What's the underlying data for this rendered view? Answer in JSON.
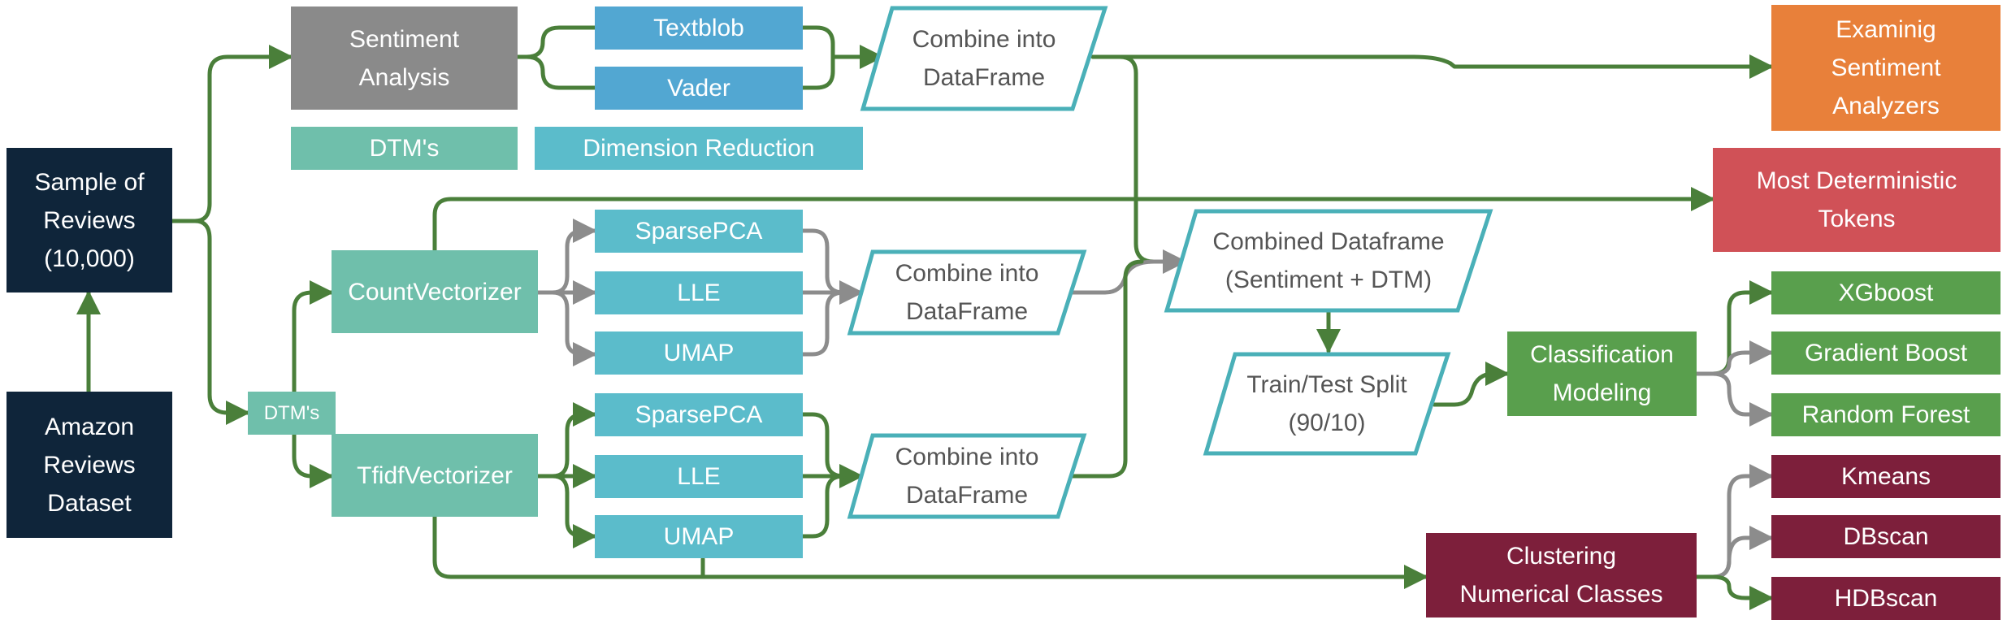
{
  "nodes": {
    "sample_of_reviews": "Sample of\nReviews\n(10,000)",
    "amazon_dataset": "Amazon\nReviews\nDataset",
    "sentiment_analysis": "Sentiment\nAnalysis",
    "textblob": "Textblob",
    "vader": "Vader",
    "combine_sentiment": "Combine into\nDataFrame",
    "examining_sentiment": "Examinig\nSentiment\nAnalyzers",
    "legend_dtms": "DTM's",
    "legend_dimension_reduction": "Dimension Reduction",
    "most_deterministic": "Most Deterministic\nTokens",
    "dtms_small": "DTM's",
    "count_vectorizer": "CountVectorizer",
    "tfidf_vectorizer": "TfidfVectorizer",
    "sparsepca_1": "SparsePCA",
    "lle_1": "LLE",
    "umap_1": "UMAP",
    "sparsepca_2": "SparsePCA",
    "lle_2": "LLE",
    "umap_2": "UMAP",
    "combine_count": "Combine into\nDataFrame",
    "combine_tfidf": "Combine into\nDataFrame",
    "combined_dataframe": "Combined Dataframe\n(Sentiment + DTM)",
    "train_test_split": "Train/Test Split\n(90/10)",
    "classification_modeling": "Classification\nModeling",
    "xgboost": "XGboost",
    "gradient_boost": "Gradient Boost",
    "random_forest": "Random Forest",
    "clustering": "Clustering\nNumerical Classes",
    "kmeans": "Kmeans",
    "dbscan": "DBscan",
    "hdbscan": "HDBscan"
  },
  "colors": {
    "navy": "#0f253a",
    "gray": "#8a8a8a",
    "blue": "#52a7d2",
    "teal": "#6fbfab",
    "cyan": "#5bbccb",
    "orange": "#e8803a",
    "red": "#d05157",
    "green": "#599f4d",
    "maroon": "#7d1f3b",
    "edge_green": "#4a7f3a",
    "edge_gray": "#8c8c8c",
    "parallelogram_border": "#4ab0b8"
  }
}
